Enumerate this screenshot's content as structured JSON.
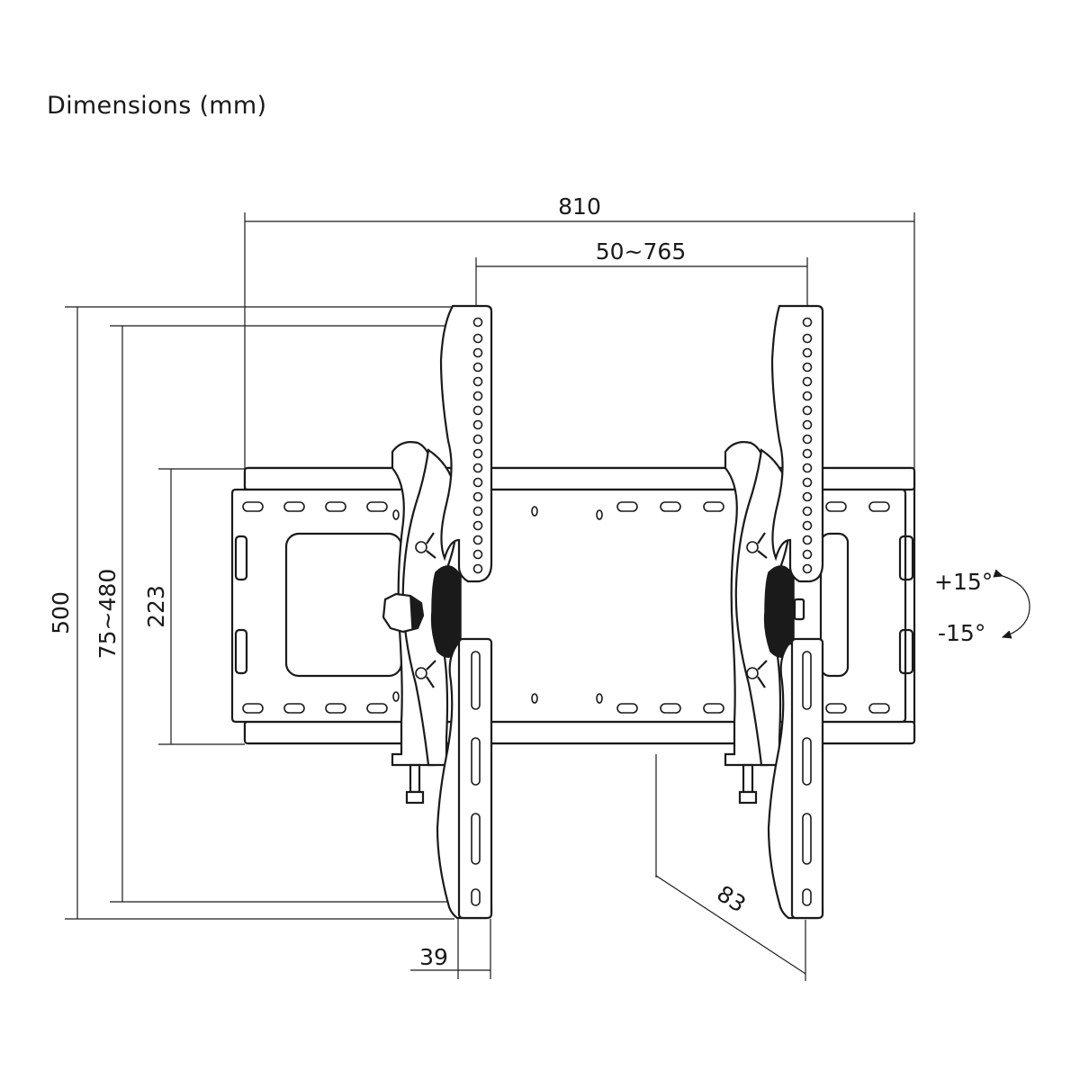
{
  "header": {
    "title": "Dimensions (mm)"
  },
  "dimensions": {
    "overall_width": "810",
    "vesa_horizontal": "50~765",
    "overall_height": "500",
    "vesa_vertical": "75~480",
    "wall_plate_height": "223",
    "wall_distance": "39",
    "max_depth": "83"
  },
  "tilt": {
    "up": "+15°",
    "down": "-15°"
  }
}
